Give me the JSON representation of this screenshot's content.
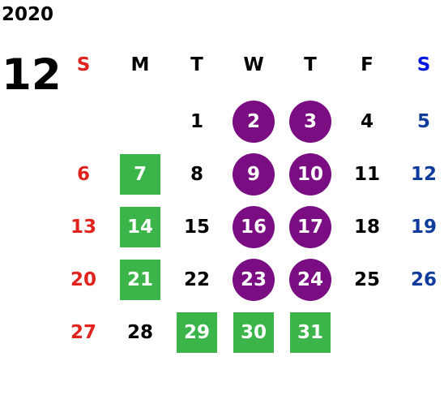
{
  "year": "2020",
  "month": "12",
  "colors": {
    "sunday": "#e0231d",
    "saturday": "#0f3c9c",
    "weekday": "#000000",
    "highlight_green": "#3bb54a",
    "highlight_purple": "#7b0d83",
    "highlight_text": "#ffffff",
    "saturday_header": "#0015e0"
  },
  "weekdays": [
    "S",
    "M",
    "T",
    "W",
    "T",
    "F",
    "S"
  ],
  "weeks": [
    [
      null,
      null,
      {
        "day": "1"
      },
      {
        "day": "2",
        "highlight": "purple"
      },
      {
        "day": "3",
        "highlight": "purple"
      },
      {
        "day": "4"
      },
      {
        "day": "5"
      }
    ],
    [
      {
        "day": "6"
      },
      {
        "day": "7",
        "highlight": "green"
      },
      {
        "day": "8"
      },
      {
        "day": "9",
        "highlight": "purple"
      },
      {
        "day": "10",
        "highlight": "purple"
      },
      {
        "day": "11"
      },
      {
        "day": "12"
      }
    ],
    [
      {
        "day": "13"
      },
      {
        "day": "14",
        "highlight": "green"
      },
      {
        "day": "15"
      },
      {
        "day": "16",
        "highlight": "purple"
      },
      {
        "day": "17",
        "highlight": "purple"
      },
      {
        "day": "18"
      },
      {
        "day": "19"
      }
    ],
    [
      {
        "day": "20"
      },
      {
        "day": "21",
        "highlight": "green"
      },
      {
        "day": "22"
      },
      {
        "day": "23",
        "highlight": "purple"
      },
      {
        "day": "24",
        "highlight": "purple"
      },
      {
        "day": "25"
      },
      {
        "day": "26"
      }
    ],
    [
      {
        "day": "27"
      },
      {
        "day": "28"
      },
      {
        "day": "29",
        "highlight": "green"
      },
      {
        "day": "30",
        "highlight": "green"
      },
      {
        "day": "31",
        "highlight": "green"
      },
      null,
      null
    ]
  ]
}
